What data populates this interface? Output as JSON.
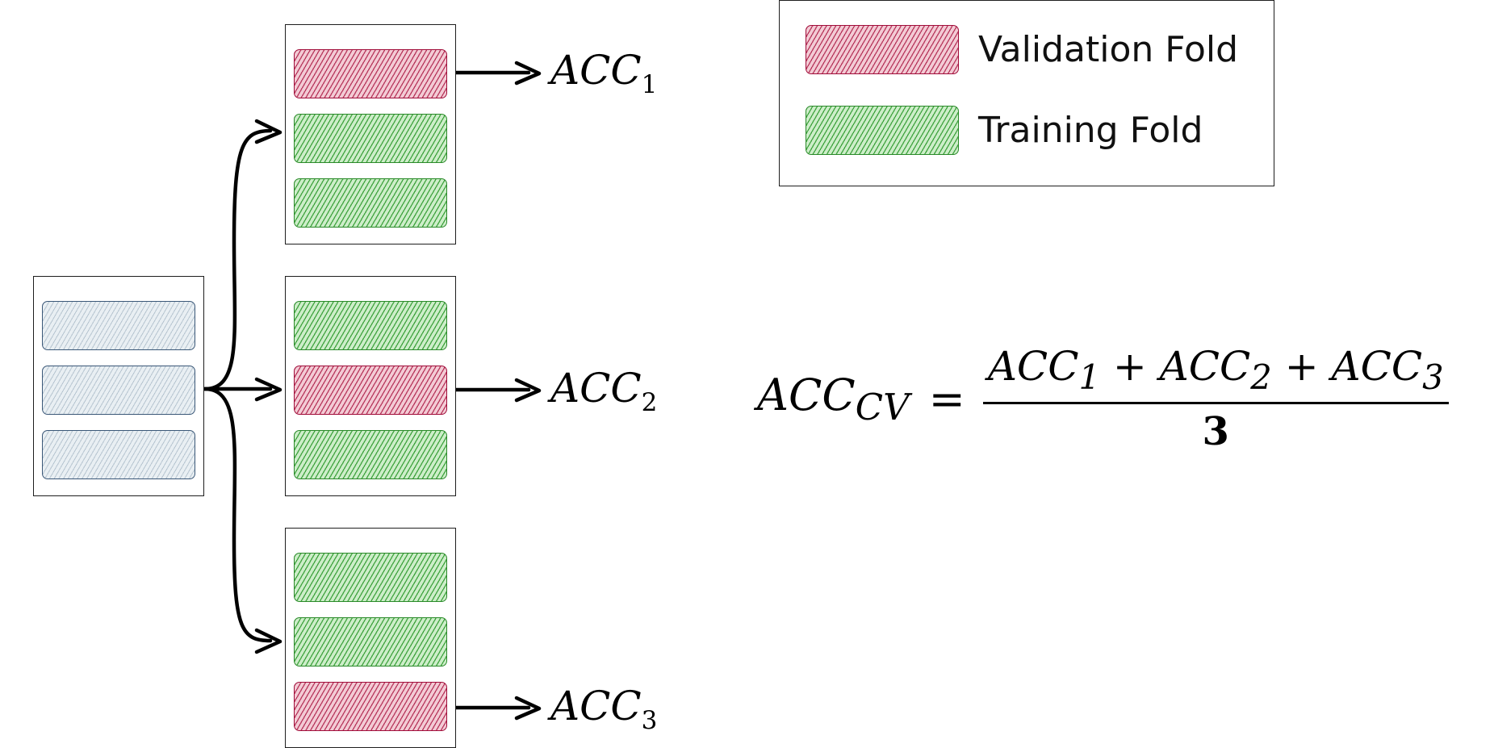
{
  "colors": {
    "validation": "#a10d3a",
    "training": "#2a8a29",
    "original_data": "#3b5878",
    "stroke": "#000000"
  },
  "source": {
    "folds": [
      "data",
      "data",
      "data"
    ]
  },
  "iterations": [
    {
      "folds": [
        "validation",
        "training",
        "training"
      ],
      "result": {
        "base": "ACC",
        "sub": "1"
      }
    },
    {
      "folds": [
        "training",
        "validation",
        "training"
      ],
      "result": {
        "base": "ACC",
        "sub": "2"
      }
    },
    {
      "folds": [
        "training",
        "training",
        "validation"
      ],
      "result": {
        "base": "ACC",
        "sub": "3"
      }
    }
  ],
  "legend": {
    "validation_label": "Validation Fold",
    "training_label": "Training Fold"
  },
  "equation": {
    "lhs_base": "ACC",
    "lhs_sub": "CV",
    "equals": "=",
    "num_base_1": "ACC",
    "num_sub_1": "1",
    "plus_1": " + ",
    "num_base_2": "ACC",
    "num_sub_2": "2",
    "plus_2": " + ",
    "num_base_3": "ACC",
    "num_sub_3": "3",
    "denominator": "3"
  }
}
